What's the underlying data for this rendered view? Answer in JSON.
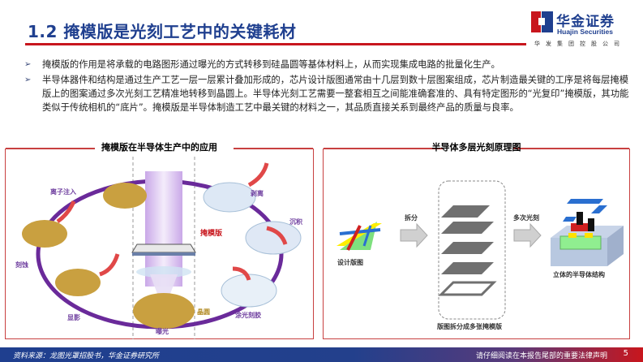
{
  "header": {
    "title": "1.2 掩模版是光刻工艺中的关键耗材"
  },
  "logo": {
    "name_cn": "华金证券",
    "name_en": "Huajin Securities",
    "subtitle": "华发集团控股公司",
    "colors": {
      "blue": "#1f3f8f",
      "red": "#c8161d"
    }
  },
  "bullets": [
    {
      "icon": "arrow-bullet-icon",
      "text": "掩模版的作用是将承载的电路图形通过曝光的方式转移到硅晶圆等基体材料上，从而实现集成电路的批量化生产。"
    },
    {
      "icon": "arrow-bullet-icon",
      "text": "半导体器件和结构是通过生产工艺一层一层累计叠加形成的，芯片设计版图通常由十几层到数十层图案组成，芯片制造最关键的工序是将每层掩模版上的图案通过多次光刻工艺精准地转移到晶圆上。半导体光刻工艺需要一整套相互之间能准确套准的、具有特定图形的“光复印”掩模版，其功能类似于传统相机的“底片”。掩模版是半导体制造工艺中最关键的材料之一，其品质直接关系到最终产品的质量与良率。"
    }
  ],
  "panel_left": {
    "title": "掩模版在半导体生产中的应用",
    "labels": {
      "ion_implant": "离子注入",
      "strip": "剥离",
      "deposit": "沉积",
      "mask": "掩模版",
      "etch": "刻蚀",
      "develop": "显影",
      "wafer": "晶圆",
      "coat": "涂光刻胶",
      "expose": "曝光"
    }
  },
  "panel_right": {
    "title": "半导体多层光刻原理图",
    "labels": {
      "split": "拆分",
      "multi_litho": "多次光刻",
      "design_layout": "设计版图",
      "split_masks": "版图拆分成多张掩模版",
      "structure_3d": "立体的半导体结构"
    }
  },
  "footer": {
    "source": "资料来源：龙图光罩招股书，华金证券研究所",
    "disclaimer": "请仔细阅读在本报告尾部的重要法律声明",
    "page": "5"
  }
}
